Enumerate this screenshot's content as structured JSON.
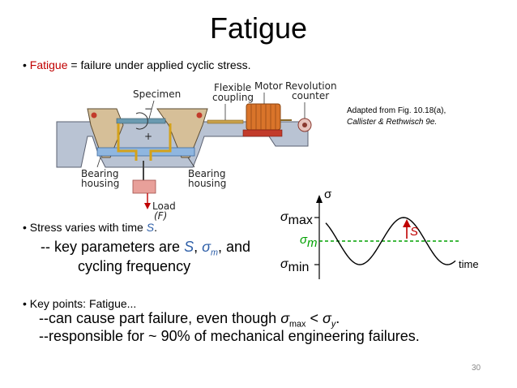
{
  "title": "Fatigue",
  "bullet1": {
    "marker": "•",
    "term": "Fatigue",
    "rest": " = failure under applied cyclic stress."
  },
  "credit": {
    "line1": "Adapted from Fig. 10.18(a),",
    "line2": "Callister & Rethwisch 9e."
  },
  "machine": {
    "specimen": "Specimen",
    "flexible": "Flexible",
    "coupling": "coupling",
    "motor": "Motor",
    "revolution": "Revolution",
    "counter": "counter",
    "bearing_left_1": "Bearing",
    "bearing_left_2": "housing",
    "bearing_right_1": "Bearing",
    "bearing_right_2": "housing",
    "load": "Load",
    "load_symbol": "(F)",
    "minus": "−",
    "plus": "+"
  },
  "bullet2": {
    "marker": "•",
    "text": " Stress varies with time ",
    "symbol": "S",
    "end": "."
  },
  "sub1": {
    "prefix": "-- key parameters are ",
    "s": "S",
    "sep": ", ",
    "sigma_m": "σ",
    "m": "m",
    "end": ", and"
  },
  "sub2": "cycling frequency",
  "graph": {
    "sigma": "σ",
    "sigma_max": "σ",
    "max": "max",
    "sigma_m": "σ",
    "m": "m",
    "sigma_min": "σ",
    "min": "min",
    "s_label": "S",
    "time": "time"
  },
  "bullet3": {
    "marker": "•",
    "text": " Key points:  Fatigue..."
  },
  "kp1": {
    "prefix": "--can cause part failure, even though ",
    "sigma": "σ",
    "max": "max",
    "lt": " < ",
    "sigma_y": "σ",
    "y": "y",
    "end": "."
  },
  "kp2": "--responsible for ~ 90% of mechanical engineering failures.",
  "page_number": "30",
  "colors": {
    "accent_red": "#c00000",
    "accent_blue": "#2e5fa8",
    "mean_line_green": "#00a000",
    "machine_base": "#b9c3d3",
    "bearing_tan": "#d6bf98",
    "motor_orange": "#d9742a"
  }
}
